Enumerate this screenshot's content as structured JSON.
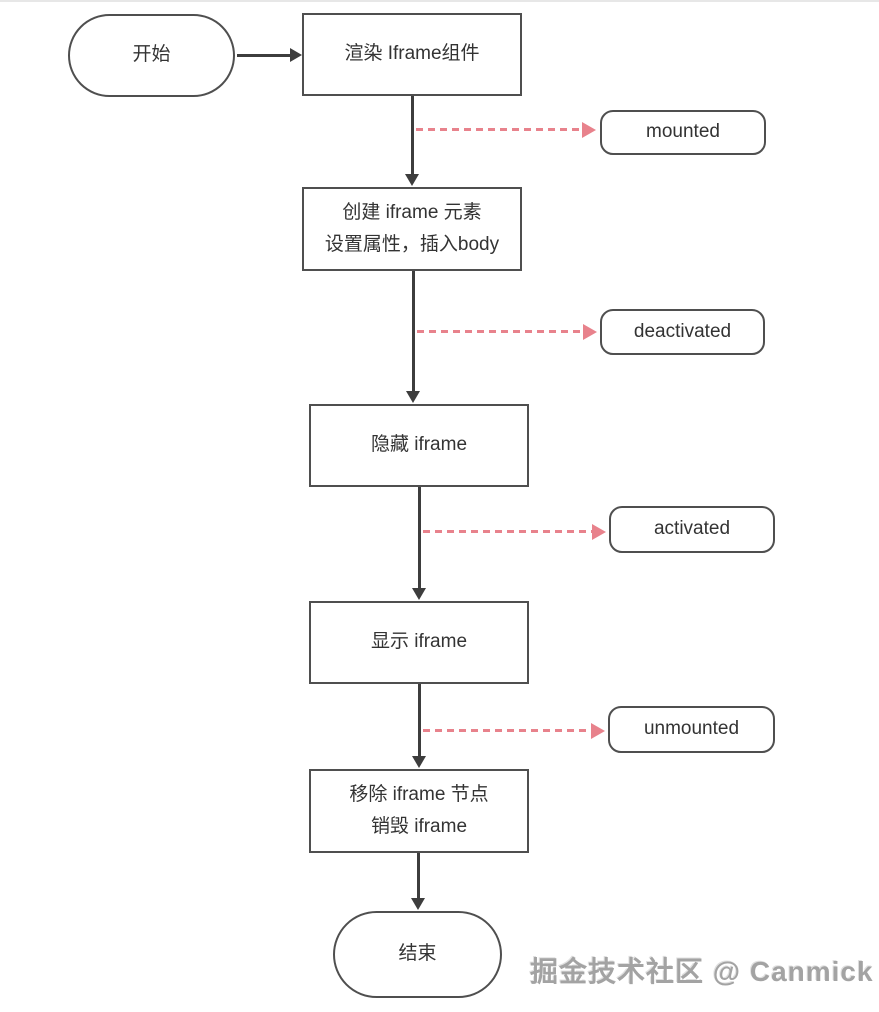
{
  "diagram": {
    "type": "flowchart",
    "nodes": {
      "start": {
        "label": "开始"
      },
      "render_component": {
        "label": "渲染 Iframe组件"
      },
      "create_iframe": {
        "line1": "创建 iframe 元素",
        "line2": "设置属性，插入body"
      },
      "hide_iframe": {
        "label": "隐藏 iframe"
      },
      "show_iframe": {
        "label": "显示 iframe"
      },
      "remove_iframe": {
        "line1": "移除 iframe 节点",
        "line2": "销毁 iframe"
      },
      "end": {
        "label": "结束"
      }
    },
    "lifecycle_hooks": {
      "mounted": {
        "label": "mounted"
      },
      "deactivated": {
        "label": "deactivated"
      },
      "activated": {
        "label": "activated"
      },
      "unmounted": {
        "label": "unmounted"
      }
    },
    "edges": [
      {
        "from": "start",
        "to": "render_component",
        "style": "solid"
      },
      {
        "from": "render_component",
        "to": "create_iframe",
        "style": "solid"
      },
      {
        "from": "create_iframe",
        "to": "hide_iframe",
        "style": "solid"
      },
      {
        "from": "hide_iframe",
        "to": "show_iframe",
        "style": "solid"
      },
      {
        "from": "show_iframe",
        "to": "remove_iframe",
        "style": "solid"
      },
      {
        "from": "remove_iframe",
        "to": "end",
        "style": "solid"
      },
      {
        "from": "render_component",
        "to": "mounted",
        "style": "dashed"
      },
      {
        "from": "create_iframe",
        "to": "deactivated",
        "style": "dashed"
      },
      {
        "from": "hide_iframe",
        "to": "activated",
        "style": "dashed"
      },
      {
        "from": "show_iframe",
        "to": "unmounted",
        "style": "dashed"
      }
    ],
    "colors": {
      "node_border": "#4f4f4f",
      "connector": "#3d3d3d",
      "hook_dashed": "#e8828c",
      "text": "#333333",
      "watermark": "#a3a3a3",
      "background": "#ffffff"
    },
    "watermark": "掘金技术社区 @ Canmick"
  }
}
